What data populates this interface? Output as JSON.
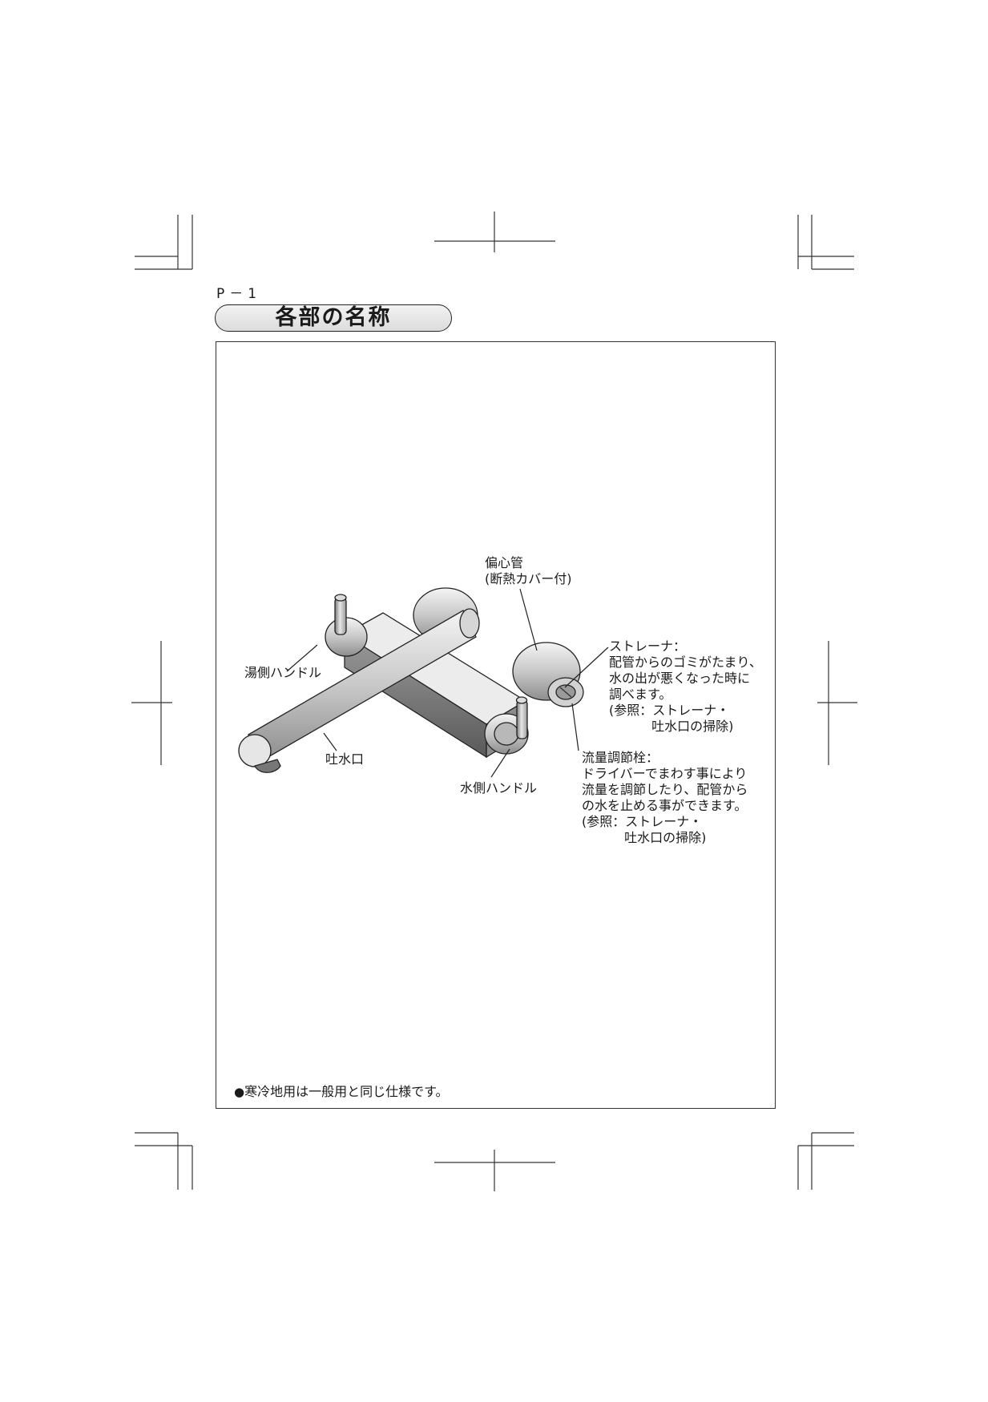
{
  "page": {
    "page_number": "P－1",
    "title": "各部の名称"
  },
  "parts": {
    "eccentric_pipe": {
      "name": "偏心管",
      "note": "(断熱カバー付)"
    },
    "hot_handle": "湯側ハンドル",
    "spout": "吐水口",
    "cold_handle": "水側ハンドル",
    "strainer": {
      "name": "ストレーナ：",
      "lines": [
        "配管からのゴミがたまり、",
        "水の出が悪くなった時に",
        "調べます。",
        "(参照：ストレーナ・",
        "　　　 吐水口の掃除)"
      ]
    },
    "flow_valve": {
      "name": "流量調節栓：",
      "lines": [
        "ドライバーでまわす事により",
        "流量を調節したり、配管から",
        "の水を止める事ができます。",
        "(参照：ストレーナ・",
        "　　　 吐水口の掃除)"
      ]
    }
  },
  "footnote": {
    "bullet": "●",
    "text": "寒冷地用は一般用と同じ仕様です。"
  }
}
